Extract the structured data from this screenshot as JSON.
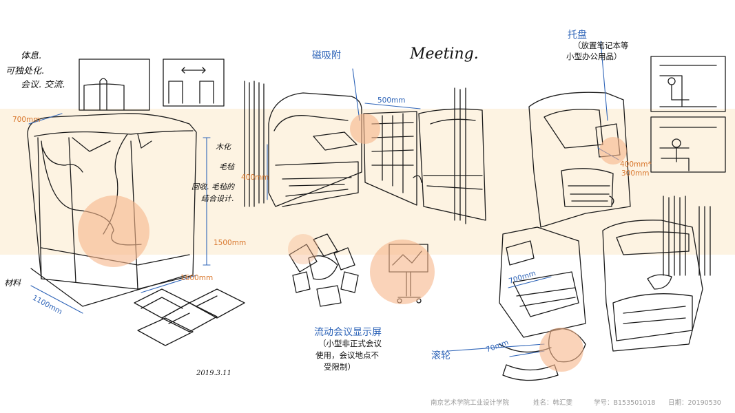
{
  "labels": {
    "magnetic": "磁吸附",
    "tray": "托盘",
    "tray_note_1": "（放置笔记本等",
    "tray_note_2": "小型办公用品）",
    "display": "流动会议显示屏",
    "display_note_1": "（小型非正式会议",
    "display_note_2": "使用，会议地点不",
    "display_note_3": "受限制）",
    "wheel": "滚轮",
    "meeting_script": "Meeting.",
    "material": "材料",
    "hand_notes": [
      "体息.",
      "可独处化.",
      "会议. 交流."
    ],
    "hand_right_1": "木化",
    "hand_right_2": "毛毡",
    "hand_right_3": "回收. 毛毡的",
    "hand_right_4": "结合设计.",
    "date_hand": "2019.3.11"
  },
  "dimensions": {
    "d700_top": "700mm",
    "d1500": "1500mm",
    "d1600": "1600mm",
    "d1100": "1100mm",
    "d500": "500mm",
    "d400": "400mm",
    "d400_tray": "400mm*",
    "d300": "300mm",
    "d700_bottom": "700mm",
    "d70": "70mm"
  },
  "footer": {
    "school": "南京艺术学院工业设计学院",
    "name": "姓名：韩汇雯",
    "student_id": "学号：B153501018",
    "date": "日期：20190530"
  },
  "colors": {
    "accent_blue": "#2e64b8",
    "accent_orange": "#d8752a",
    "highlight_circle": "#f6b58a",
    "band": "#fdf3e2"
  }
}
